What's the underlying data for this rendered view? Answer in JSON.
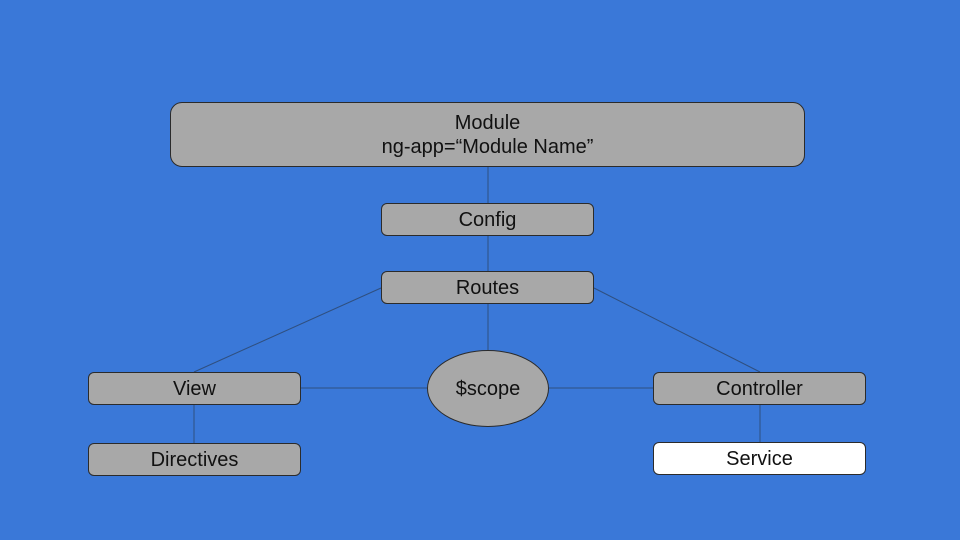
{
  "nodes": {
    "module": {
      "line1": "Module",
      "line2": "ng-app=“Module Name”"
    },
    "config": {
      "label": "Config"
    },
    "routes": {
      "label": "Routes"
    },
    "view": {
      "label": "View"
    },
    "directives": {
      "label": "Directives"
    },
    "scope": {
      "label": "$scope"
    },
    "controller": {
      "label": "Controller"
    },
    "service": {
      "label": "Service"
    }
  },
  "edges": [
    [
      "module",
      "config"
    ],
    [
      "config",
      "routes"
    ],
    [
      "routes",
      "scope"
    ],
    [
      "routes",
      "view"
    ],
    [
      "routes",
      "controller"
    ],
    [
      "view",
      "scope"
    ],
    [
      "scope",
      "controller"
    ],
    [
      "view",
      "directives"
    ],
    [
      "controller",
      "service"
    ]
  ],
  "colors": {
    "background": "#3a78d8",
    "node_fill": "#a8a8a8",
    "highlight_fill": "#ffffff",
    "edge": "#2f4f7f"
  }
}
